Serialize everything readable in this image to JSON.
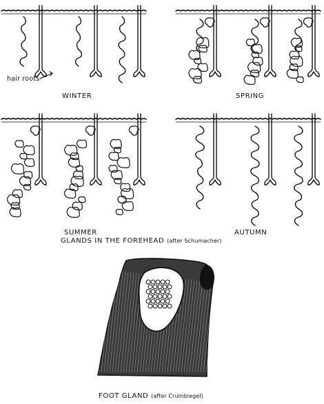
{
  "panels": [
    {
      "label": "WINTER",
      "state": "small"
    },
    {
      "label": "SPRING",
      "state": "medium"
    },
    {
      "label": "SUMMER",
      "state": "large"
    },
    {
      "label": "AUTUMN",
      "state": "thin"
    }
  ],
  "annotation": "hair roots",
  "forehead_caption": {
    "main": "GLANDS IN THE FOREHEAD",
    "credit": "(after Schumacher)"
  },
  "foot_caption": {
    "main": "FOOT GLAND",
    "credit": "(after Crumbiegel)"
  },
  "colors": {
    "ink": "#111111",
    "background": "#ffffff",
    "shade": "#3a3a3a"
  }
}
